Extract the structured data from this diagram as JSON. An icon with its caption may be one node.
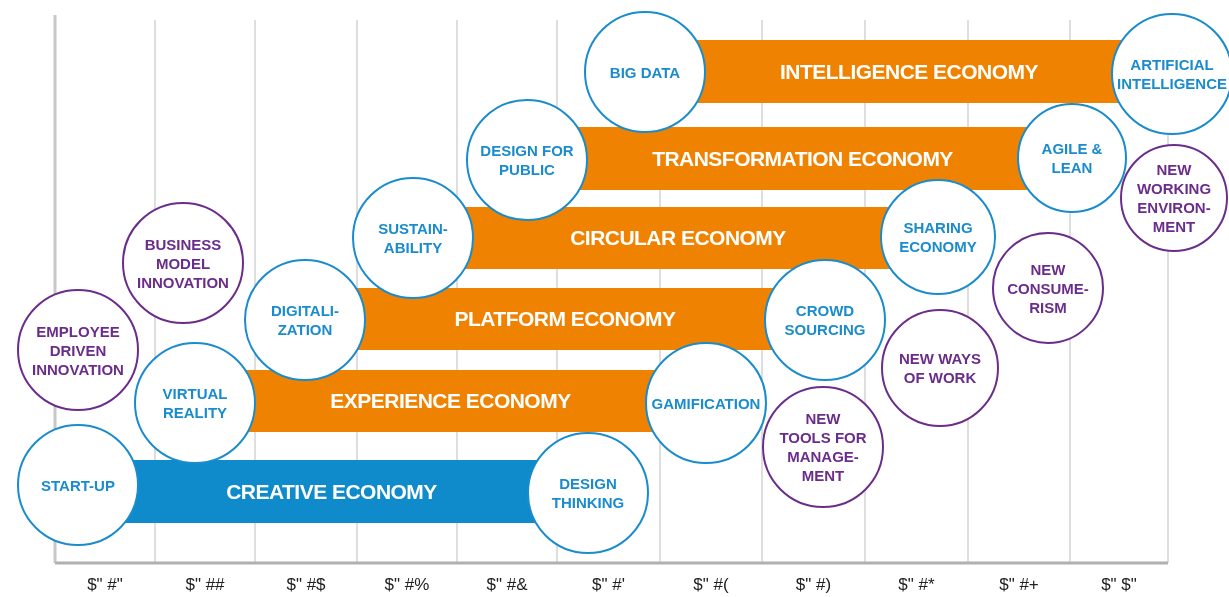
{
  "diagram": {
    "nodes": [
      {
        "text": [
          "INTELLIGENCE ECONOMY"
        ]
      },
      {
        "text": [
          "BIG DATA"
        ]
      },
      {
        "text": [
          "ARTIFICIAL INTELLIGENCE"
        ]
      },
      {
        "text": [
          "TRANSFORMATION ECONOMY"
        ]
      },
      {
        "text": [
          "DESIGN FOR PUBLIC"
        ]
      },
      {
        "text": [
          "AGILE & LEAN"
        ]
      },
      {
        "text": [
          "NEW WORKING ENVIRON-MENT"
        ]
      },
      {
        "text": [
          "CIRCULAR ECONOMY"
        ]
      },
      {
        "text": [
          "SUSTAIN-ABILITY"
        ]
      },
      {
        "text": [
          "SHARING ECONOMY"
        ]
      },
      {
        "text": [
          "BUSINESS MODEL INNOVATION"
        ]
      },
      {
        "text": [
          "NEW CONSUME-RISM"
        ]
      },
      {
        "text": [
          "PLATFORM ECONOMY"
        ]
      },
      {
        "text": [
          "DIGITALI-ZATION"
        ]
      },
      {
        "text": [
          "CROWD SOURCING"
        ]
      },
      {
        "text": [
          "EMPLOYEE DRIVEN INNOVATION"
        ]
      },
      {
        "text": [
          "NEW WAYS OF WORK"
        ]
      },
      {
        "text": [
          "EXPERIENCE ECONOMY"
        ]
      },
      {
        "text": [
          "VIRTUAL REALITY"
        ]
      },
      {
        "text": [
          "GAMIFICATION"
        ]
      },
      {
        "text": [
          "NEW TOOLS FOR MANAGE-MENT"
        ]
      },
      {
        "text": [
          "CREATIVE ECONOMY"
        ]
      },
      {
        "text": [
          "START-UP"
        ]
      },
      {
        "text": [
          "DESIGN THINKING"
        ]
      }
    ],
    "labels": [
      "$\" #\"",
      "$\" ##",
      "$\" #$",
      "$\" #%",
      "$\" #&",
      "$\" #'",
      "$\" #(",
      "$\" #)",
      "$\" #*",
      "$\" #+",
      "$\" $\""
    ]
  }
}
